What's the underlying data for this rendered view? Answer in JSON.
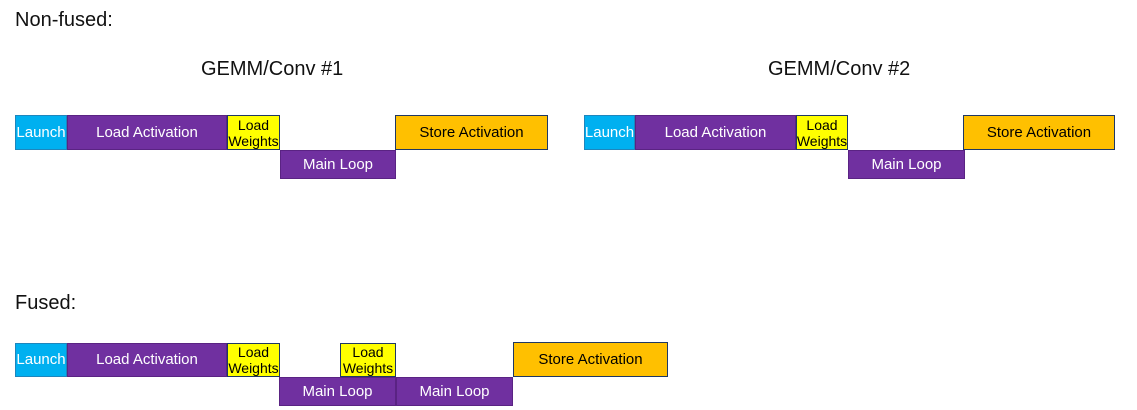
{
  "headings": {
    "non_fused": "Non-fused:",
    "fused": "Fused:"
  },
  "titles": {
    "gemm1": "GEMM/Conv #1",
    "gemm2": "GEMM/Conv #2"
  },
  "blocks": {
    "launch": "Launch",
    "load_activation": "Load Activation",
    "load_weights": "Load Weights",
    "main_loop": "Main Loop",
    "store_activation": "Store Activation"
  },
  "colors": {
    "launch_fill": "#00B0F0",
    "load_activation_fill": "#7030A0",
    "load_weights_fill": "#FFFF00",
    "main_loop_fill": "#7030A0",
    "store_activation_fill": "#FFC000",
    "outline_dark": "#1F3864",
    "text_on_dark": "#FFFFFF",
    "text_on_light": "#000000"
  }
}
